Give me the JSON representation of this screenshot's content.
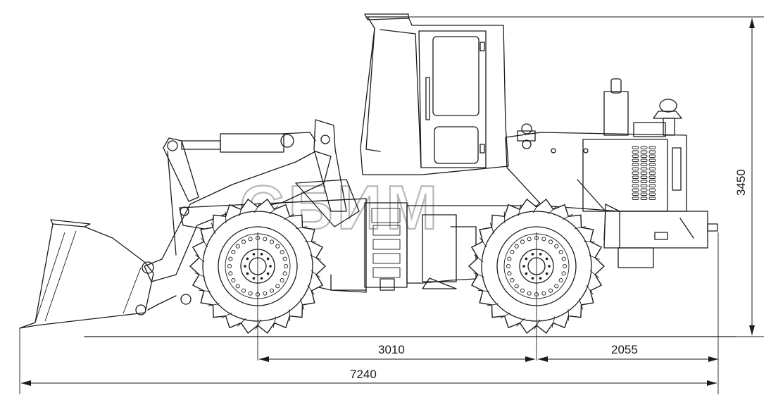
{
  "dimensions": {
    "wheelbase": "3010",
    "rear_overhang": "2055",
    "overall_length": "7240",
    "overall_height": "3450"
  },
  "watermark": "СБИМ",
  "colors": {
    "line": "#1a1a1a",
    "watermark": "#b8b8b8",
    "background": "#ffffff"
  }
}
